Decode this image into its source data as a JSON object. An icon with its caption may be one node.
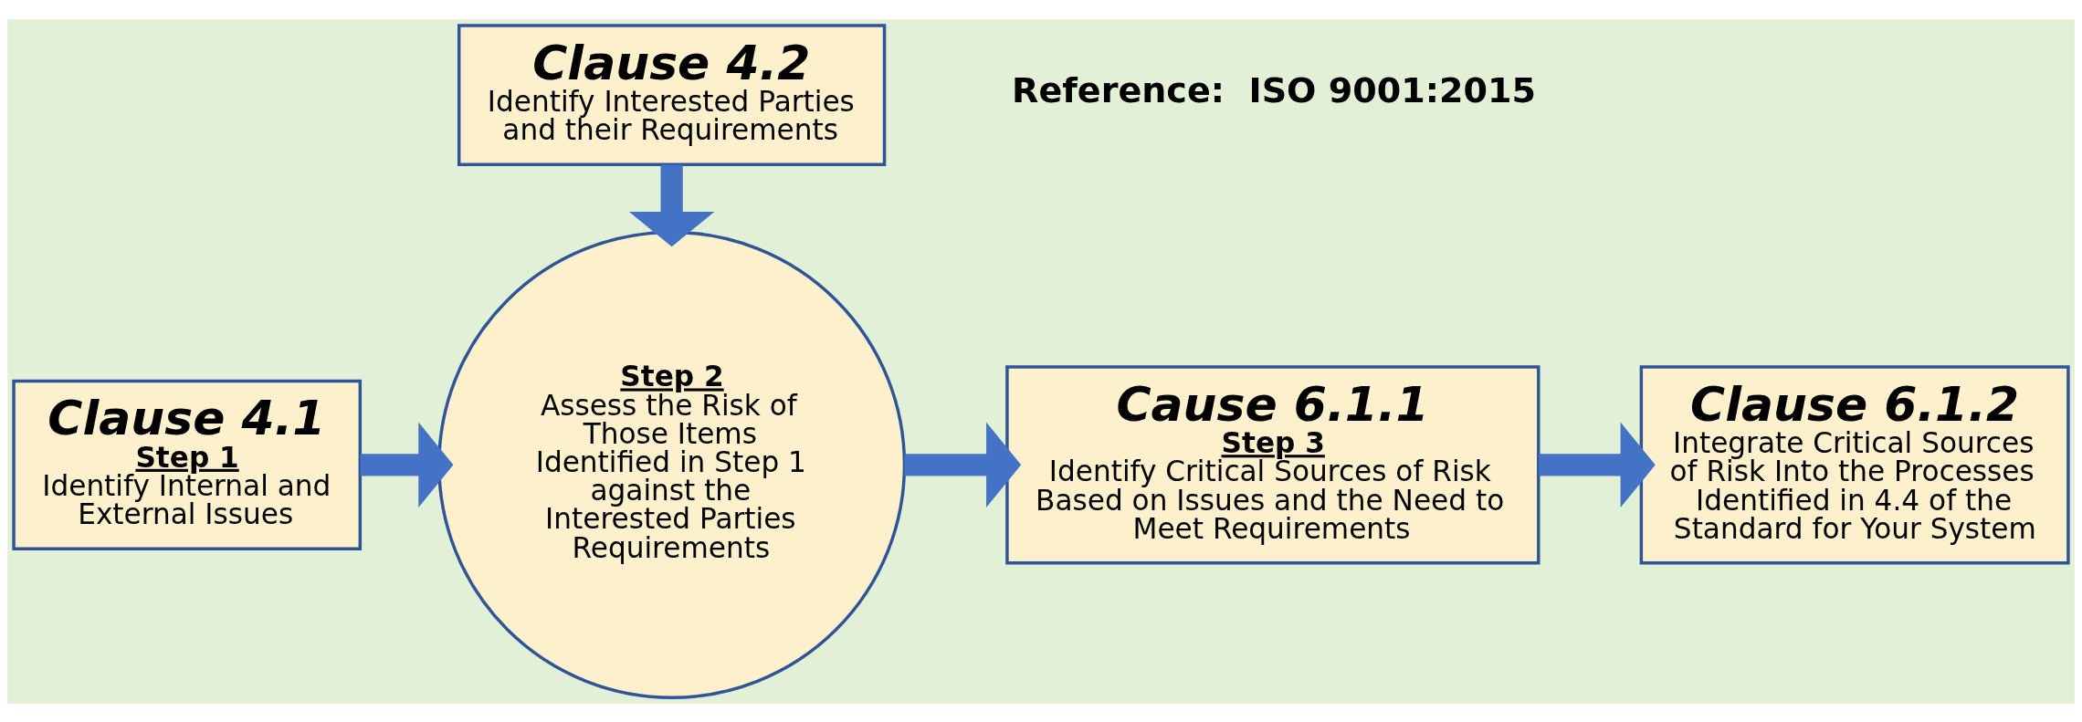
{
  "diagram": {
    "nodes": [
      {
        "text": [
          "Clause 4.2",
          "Identify Interested Parties and their Requirements"
        ]
      },
      {
        "text": [
          "Clause 4.1",
          "Step 1",
          "Identify Internal and External Issues"
        ]
      },
      {
        "text": [
          "Step 2",
          "Assess the Risk of Those Items Identified in Step 1 against the Interested Parties Requirements"
        ]
      },
      {
        "text": [
          "Cause 6.1.1",
          "Step 3",
          "Identify Critical Sources of Risk Based on Issues and the Need to Meet Requirements"
        ]
      },
      {
        "text": [
          "Clause 6.1.2",
          "Integrate Critical Sources of Risk Into the Processes Identified in 4.4 of the Standard for Your System"
        ]
      }
    ],
    "edges": [
      {
        "from": 0,
        "to": 2,
        "arrow": "to"
      },
      {
        "from": 1,
        "to": 2,
        "arrow": "to"
      },
      {
        "from": 2,
        "to": 3,
        "arrow": "to"
      },
      {
        "from": 3,
        "to": 4,
        "arrow": "to"
      }
    ],
    "labels": [
      "Reference:  ISO 9001:2015"
    ]
  }
}
